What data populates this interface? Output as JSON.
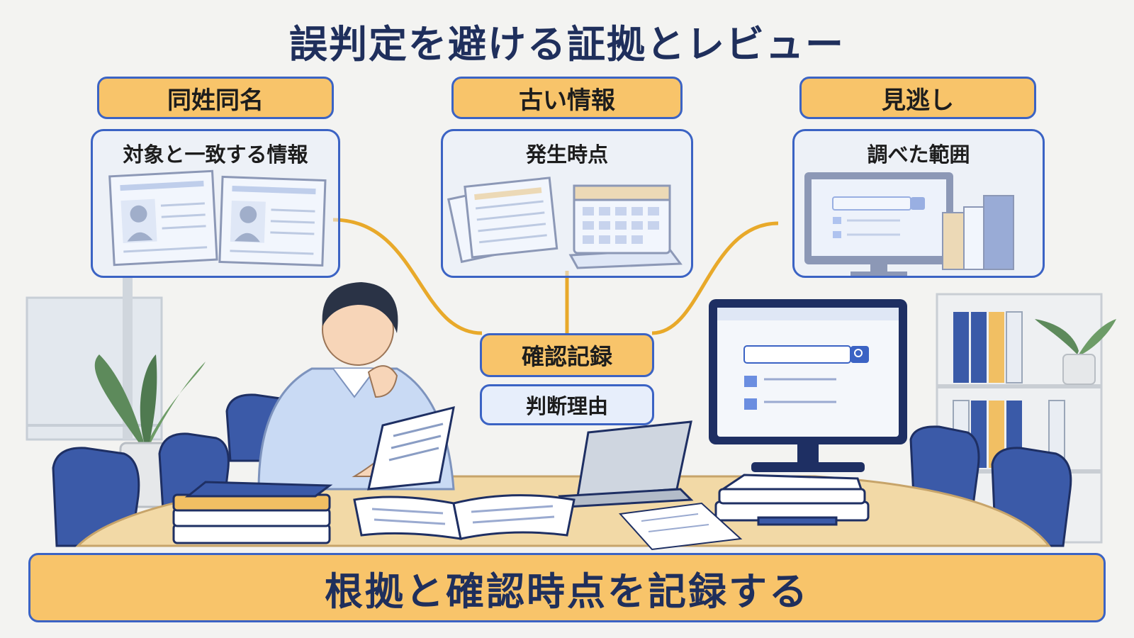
{
  "title": "誤判定を避ける証拠とレビュー",
  "categories": [
    {
      "label": "同姓同名",
      "detail": "対象と一致する情報"
    },
    {
      "label": "古い情報",
      "detail": "発生時点"
    },
    {
      "label": "見逃し",
      "detail": "調べた範囲"
    }
  ],
  "center": {
    "label": "確認記録",
    "sub": "判断理由"
  },
  "banner": "根拠と確認時点を記録する",
  "colors": {
    "navy": "#1f2f5c",
    "blue": "#3b63c4",
    "orange": "#f8c46a",
    "connector": "#e8a92a",
    "card_bg": "#e7eefb"
  }
}
